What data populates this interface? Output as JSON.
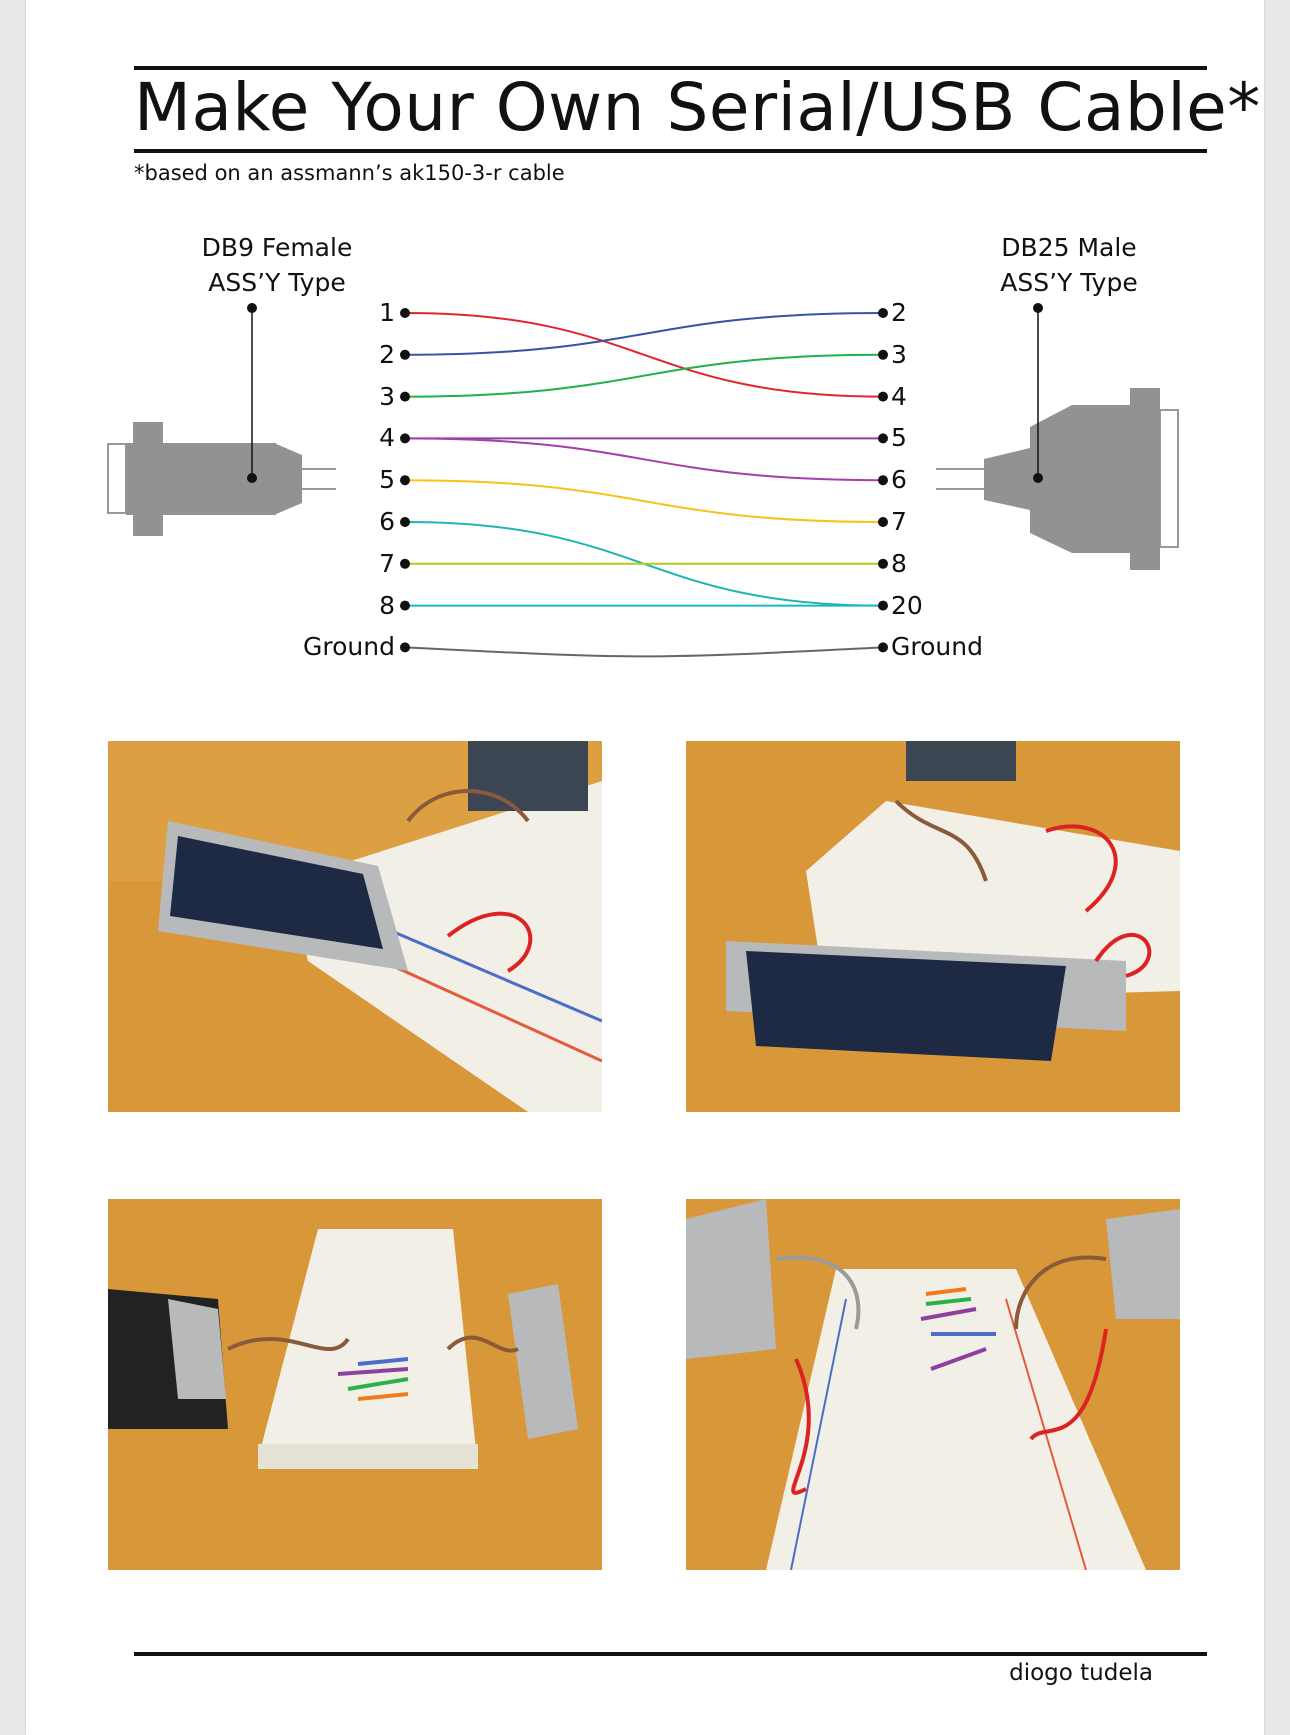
{
  "title": "Make Your Own Serial/USB Cable*",
  "subtitle": "*based on an assmann’s ak150-3-r cable",
  "left_connector": {
    "line1": "DB9 Female",
    "line2": "ASS’Y Type"
  },
  "right_connector": {
    "line1": "DB25 Male",
    "line2": "ASS’Y Type"
  },
  "wiring": [
    {
      "from": "1",
      "to": "4",
      "color": "#e3232d"
    },
    {
      "from": "2",
      "to": "2",
      "color": "#3653a4"
    },
    {
      "from": "3",
      "to": "3",
      "color": "#22b04b"
    },
    {
      "from": "4",
      "to": "5",
      "color": "#8e3fa0"
    },
    {
      "from": "4",
      "to": "6",
      "color": "#a53eaa"
    },
    {
      "from": "5",
      "to": "7",
      "color": "#f7c31a"
    },
    {
      "from": "6",
      "to": "20",
      "color": "#1fb5b0"
    },
    {
      "from": "7",
      "to": "8",
      "color": "#b5c91e"
    },
    {
      "from": "8",
      "to": "20",
      "color": "#18b7c9"
    },
    {
      "from": "Ground",
      "to": "Ground",
      "color": "#666666"
    }
  ],
  "left_pins": [
    "1",
    "2",
    "3",
    "4",
    "5",
    "6",
    "7",
    "8",
    "Ground"
  ],
  "right_pins": [
    "2",
    "3",
    "4",
    "5",
    "6",
    "7",
    "8",
    "20",
    "Ground"
  ],
  "photos": [
    {
      "name": "photo-db25-closeup-left"
    },
    {
      "name": "photo-db25-closeup-front"
    },
    {
      "name": "photo-breadboard-overview"
    },
    {
      "name": "photo-breadboard-topdown"
    }
  ],
  "author": "diogo tudela",
  "colors": {
    "connector_gray": "#929290",
    "wood": "#d99a3a",
    "breadboard": "#f2efe6"
  }
}
